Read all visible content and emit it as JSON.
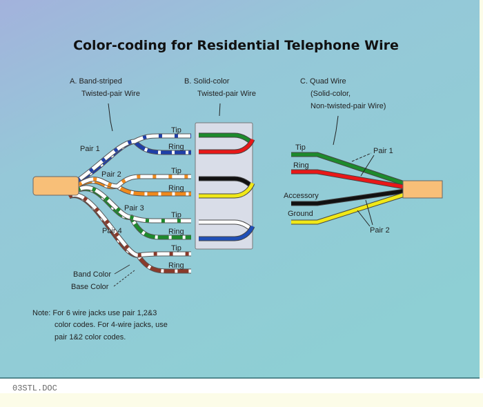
{
  "title": "Color-coding for Residential Telephone Wire",
  "section_a": {
    "line1": "A. Band-striped",
    "line2": "Twisted-pair Wire"
  },
  "section_b": {
    "line1": "B. Solid-color",
    "line2": "Twisted-pair Wire"
  },
  "section_c": {
    "line1": "C. Quad Wire",
    "line2": "(Solid-color,",
    "line3": "Non-twisted-pair Wire)"
  },
  "pairs": [
    {
      "label": "Pair 1",
      "tip": "Tip",
      "ring": "Ring",
      "color": "#1f3fa8"
    },
    {
      "label": "Pair 2",
      "tip": "Tip",
      "ring": "Ring",
      "color": "#f08a1c"
    },
    {
      "label": "Pair 3",
      "tip": "Tip",
      "ring": "Ring",
      "color": "#1d8a2c"
    },
    {
      "label": "Pair 4",
      "tip": "Tip",
      "ring": "Ring",
      "color": "#8a3a2a"
    }
  ],
  "band_color_label": "Band Color",
  "base_color_label": "Base Color",
  "solid_pairs": [
    {
      "tip_color": "#1d8a2c",
      "ring_color": "#e81818"
    },
    {
      "tip_color": "#111111",
      "ring_color": "#f0e818"
    },
    {
      "tip_color": "#ffffff",
      "ring_color": "#1f4fb8"
    }
  ],
  "quad": {
    "tip": "Tip",
    "ring": "Ring",
    "accessory": "Accessory",
    "ground": "Ground",
    "pair1": "Pair 1",
    "pair2": "Pair 2",
    "colors": {
      "tip": "#1d8a2c",
      "ring": "#e81818",
      "accessory": "#111111",
      "ground": "#f0e818"
    }
  },
  "note": {
    "line1": "Note: For 6 wire jacks use pair 1,2&3",
    "line2": "color codes. For 4-wire jacks, use",
    "line3": "pair 1&2 color codes."
  },
  "footer": "03STL.DOC",
  "colors": {
    "jacket": "#f8bf78",
    "bg_top": "#a3b4dc",
    "bg_bottom": "#8ecfd4"
  }
}
